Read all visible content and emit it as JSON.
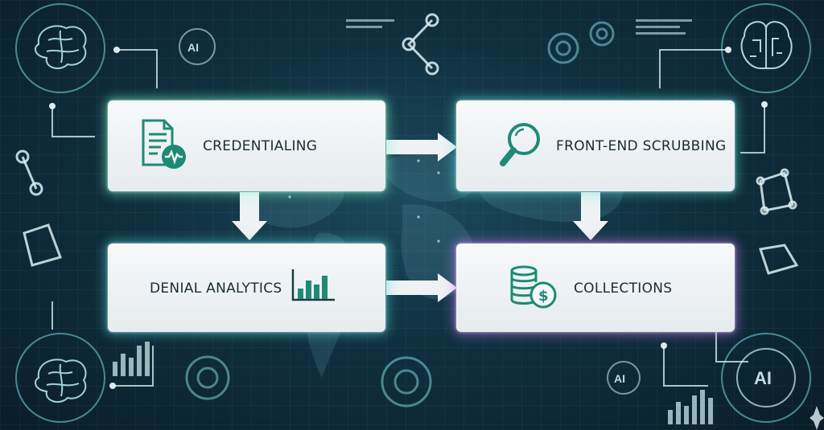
{
  "steps": {
    "credentialing": {
      "label": "CREDENTIALING",
      "icon": "document-waveform-icon"
    },
    "front_end_scrubbing": {
      "label": "FRONT-END SCRUBBING",
      "icon": "magnifier-icon"
    },
    "denial_analytics": {
      "label": "DENIAL ANALYTICS",
      "icon": "bar-chart-icon"
    },
    "collections": {
      "label": "COLLECTIONS",
      "icon": "coins-dollar-icon"
    }
  },
  "background": {
    "decor_text": [
      "AI",
      "AI",
      "AI"
    ],
    "icons": [
      "brain-icon",
      "circuit-brain-icon",
      "gear-icon",
      "world-map",
      "network-icon",
      "bar-chart-icon"
    ]
  },
  "colors": {
    "accent_teal": "#1e8a76",
    "glow_green": "#78ffc8",
    "glow_purple": "#d282ff",
    "arrow": "#eef2f4"
  }
}
